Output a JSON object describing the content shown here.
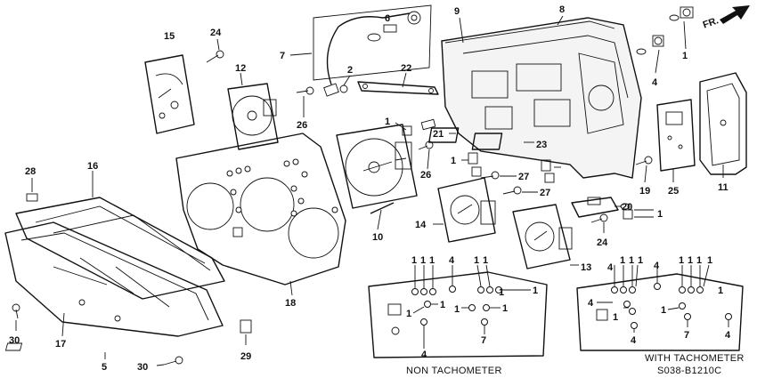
{
  "direction_label": "FR.",
  "caption_non_tach": "NON TACHOMETER",
  "caption_with_tach": "WITH TACHOMETER",
  "diagram_code": "S038-B1210C",
  "labels": {
    "l1a": "1",
    "l1b": "1",
    "l1c": "1",
    "l1d": "1",
    "l2": "2",
    "l4": "4",
    "l5": "5",
    "l6": "6",
    "l7": "7",
    "l8": "8",
    "l9": "9",
    "l10": "10",
    "l11": "11",
    "l12": "12",
    "l13": "13",
    "l14": "14",
    "l15": "15",
    "l16": "16",
    "l17": "17",
    "l18": "18",
    "l19": "19",
    "l20": "20",
    "l21": "21",
    "l22": "22",
    "l23": "23",
    "l24a": "24",
    "l24b": "24",
    "l25": "25",
    "l26a": "26",
    "l26b": "26",
    "l27a": "27",
    "l27b": "27",
    "l28": "28",
    "l29": "29",
    "l30a": "30",
    "l30b": "30"
  },
  "non_tach_labels": {
    "top": [
      "1",
      "1",
      "1",
      "4",
      "1",
      "1",
      "1"
    ],
    "bottom": [
      "1",
      "1",
      "1",
      "1",
      "1",
      "7",
      "4"
    ]
  },
  "with_tach_labels": {
    "top": [
      "4",
      "1",
      "1",
      "1",
      "4",
      "1",
      "1",
      "1",
      "1"
    ],
    "bottom": [
      "4",
      "1",
      "1",
      "1",
      "7",
      "4",
      "4"
    ]
  }
}
